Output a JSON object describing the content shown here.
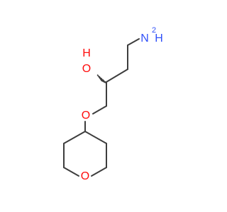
{
  "molecule": {
    "atoms": {
      "amine_n": "N",
      "amine_h2": "H",
      "amine_h2_count": "2",
      "hydroxyl_h": "H",
      "hydroxyl_o": "O",
      "ether_o": "O",
      "ring_o": "O"
    },
    "colors": {
      "bond": "#3d3d3d",
      "nitrogen": "#3050f8",
      "oxygen": "#ff0d0d",
      "background": "#ffffff"
    }
  }
}
